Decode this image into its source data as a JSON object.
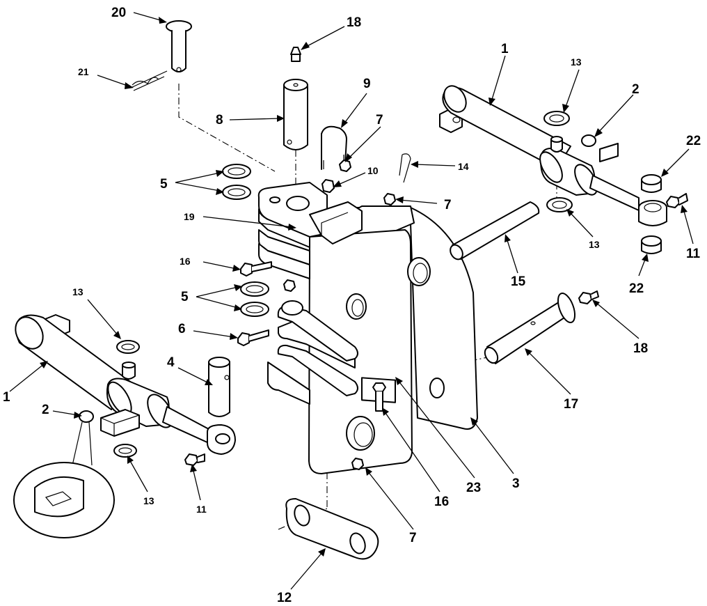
{
  "diagram": {
    "callouts": [
      {
        "id": "c20",
        "label": "20"
      },
      {
        "id": "c21",
        "label": "21"
      },
      {
        "id": "c18a",
        "label": "18"
      },
      {
        "id": "c8",
        "label": "8"
      },
      {
        "id": "c9",
        "label": "9"
      },
      {
        "id": "c7a",
        "label": "7"
      },
      {
        "id": "c10",
        "label": "10"
      },
      {
        "id": "c14",
        "label": "14"
      },
      {
        "id": "c7b",
        "label": "7"
      },
      {
        "id": "c5a",
        "label": "5"
      },
      {
        "id": "c19",
        "label": "19"
      },
      {
        "id": "c16a",
        "label": "16"
      },
      {
        "id": "c5b",
        "label": "5"
      },
      {
        "id": "c6",
        "label": "6"
      },
      {
        "id": "c13a",
        "label": "13"
      },
      {
        "id": "c4",
        "label": "4"
      },
      {
        "id": "c1a",
        "label": "1"
      },
      {
        "id": "c2a",
        "label": "2"
      },
      {
        "id": "c13b",
        "label": "13"
      },
      {
        "id": "c11a",
        "label": "11"
      },
      {
        "id": "c1b",
        "label": "1"
      },
      {
        "id": "c13c",
        "label": "13"
      },
      {
        "id": "c2b",
        "label": "2"
      },
      {
        "id": "c22a",
        "label": "22"
      },
      {
        "id": "c11b",
        "label": "11"
      },
      {
        "id": "c13d",
        "label": "13"
      },
      {
        "id": "c22b",
        "label": "22"
      },
      {
        "id": "c15",
        "label": "15"
      },
      {
        "id": "c18b",
        "label": "18"
      },
      {
        "id": "c17",
        "label": "17"
      },
      {
        "id": "c3",
        "label": "3"
      },
      {
        "id": "c23",
        "label": "23"
      },
      {
        "id": "c16b",
        "label": "16"
      },
      {
        "id": "c7c",
        "label": "7"
      },
      {
        "id": "c12",
        "label": "12"
      }
    ]
  }
}
